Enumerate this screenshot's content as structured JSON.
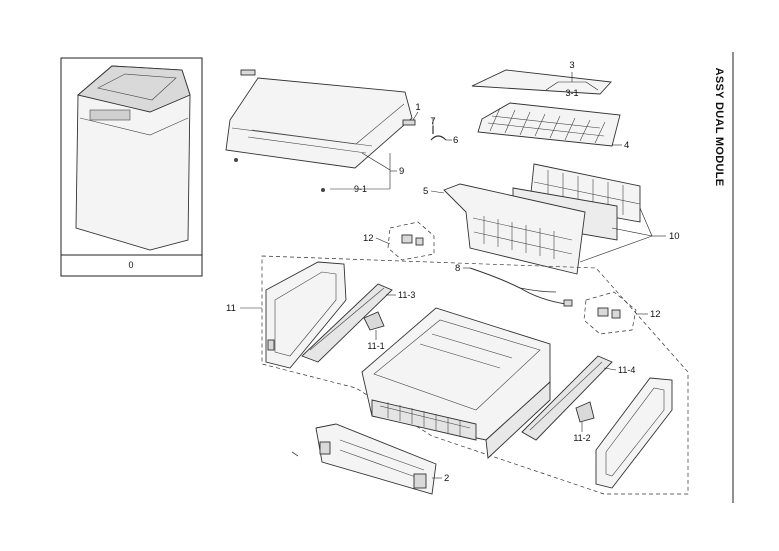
{
  "title": "ASSY DUAL MODULE",
  "inset_label": "0",
  "callouts": {
    "c1": "1",
    "c2": "2",
    "c3": "3",
    "c3_1": "3-1",
    "c4": "4",
    "c5": "5",
    "c6": "6",
    "c7": "7",
    "c8": "8",
    "c9": "9",
    "c9_1": "9-1",
    "c10": "10",
    "c11": "11",
    "c11_1": "11-1",
    "c11_2": "11-2",
    "c11_3": "11-3",
    "c11_4": "11-4",
    "c12a": "12",
    "c12b": "12"
  }
}
